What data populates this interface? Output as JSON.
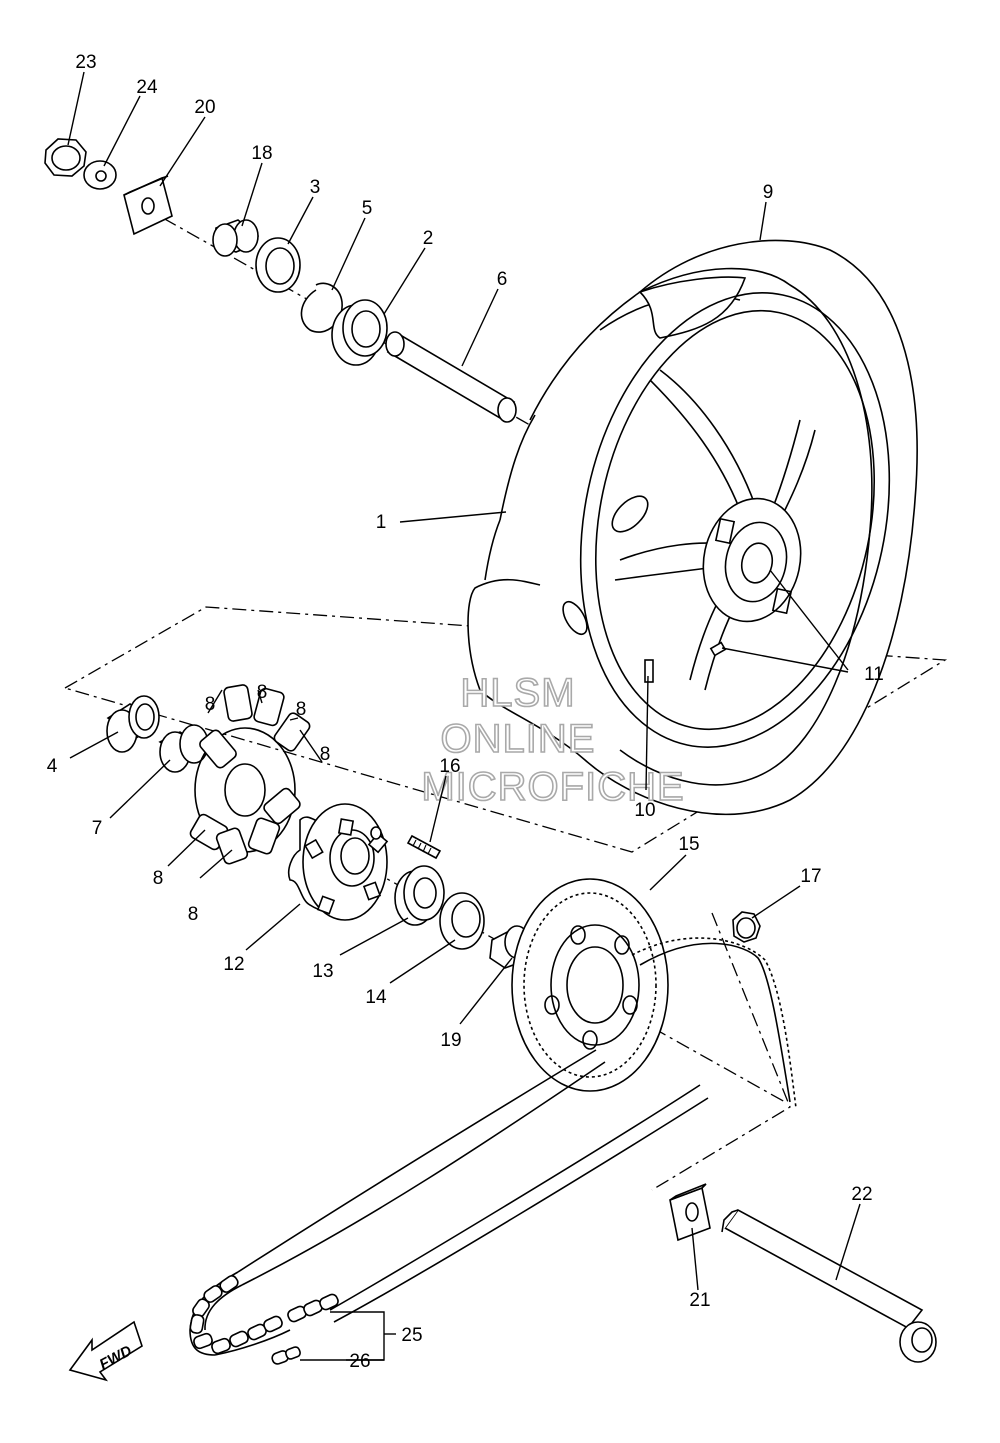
{
  "callouts": {
    "p1": "1",
    "p2": "2",
    "p3": "3",
    "p4": "4",
    "p5": "5",
    "p6": "6",
    "p7": "7",
    "p8a": "8",
    "p8b": "8",
    "p8c": "8",
    "p8d": "8",
    "p8e": "8",
    "p8f": "8",
    "p9": "9",
    "p10": "10",
    "p11": "11",
    "p12": "12",
    "p13": "13",
    "p14": "14",
    "p15": "15",
    "p16": "16",
    "p17": "17",
    "p18": "18",
    "p19": "19",
    "p20": "20",
    "p21": "21",
    "p22": "22",
    "p23": "23",
    "p24": "24",
    "p25": "25",
    "p26": "26"
  },
  "watermark": {
    "line1": "HLSM",
    "line2": "ONLINE",
    "line3": "MICROFICHE"
  },
  "fwd_label": "FWD"
}
